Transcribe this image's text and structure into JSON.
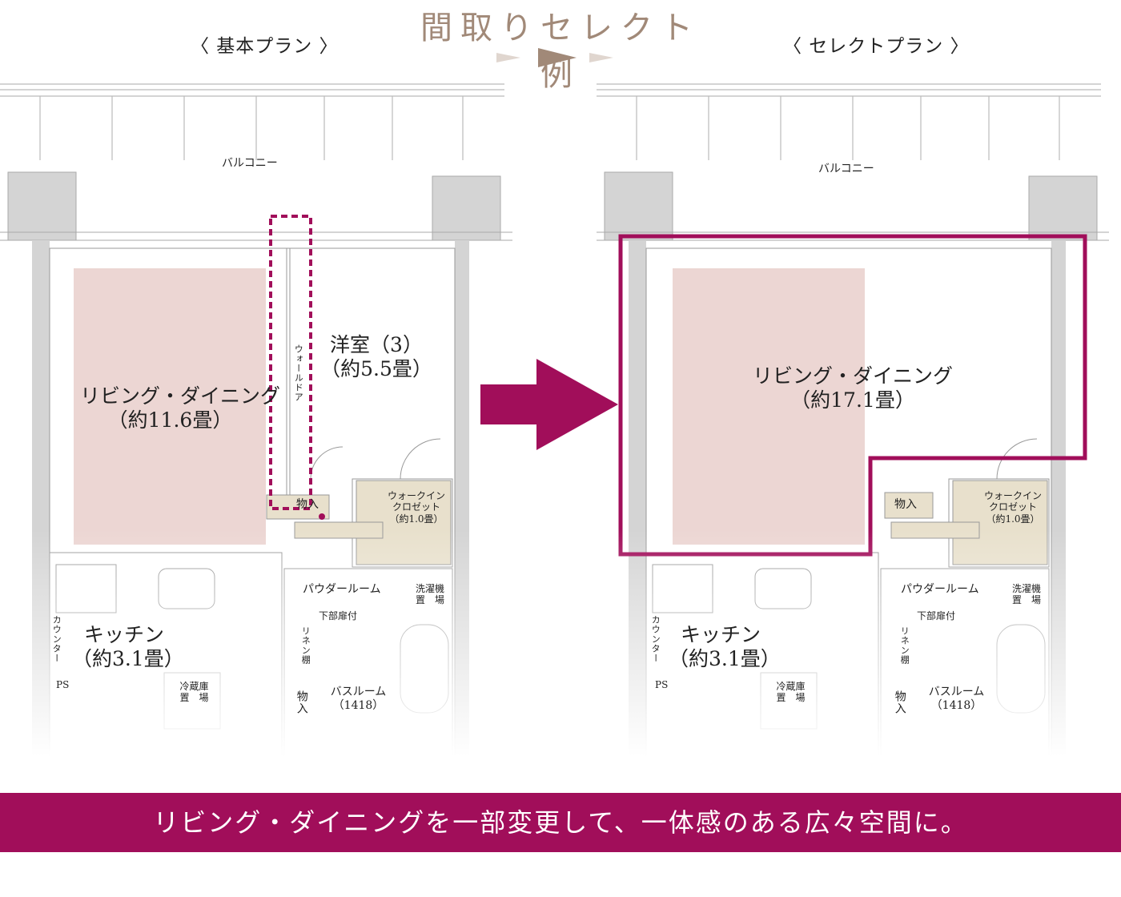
{
  "title": "間取りセレクト例",
  "basic_plan": {
    "label": "〈 基本プラン 〉",
    "balcony": "バルコニー",
    "living_dining": "リビング・ダイニング",
    "living_dining_area": "（約11.6畳）",
    "bedroom": "洋室（3）",
    "bedroom_area": "（約5.5畳）",
    "wall_door": "ウォールドア",
    "storage": "物入",
    "walk_in_closet_1": "ウォークイン",
    "walk_in_closet_2": "クロゼット",
    "walk_in_closet_area": "（約1.0畳）",
    "powder_room": "パウダールーム",
    "laundry_1": "洗濯機",
    "laundry_2": "置　場",
    "lower_door": "下部扉付",
    "counter": "カウンター",
    "linen": "リネン棚",
    "kitchen": "キッチン",
    "kitchen_area": "（約3.1畳）",
    "ps": "PS",
    "fridge_1": "冷蔵庫",
    "fridge_2": "置　場",
    "storage_2": "物入",
    "bathroom": "バスルーム",
    "bathroom_size": "（1418）"
  },
  "select_plan": {
    "label": "〈 セレクトプラン 〉",
    "balcony": "バルコニー",
    "living_dining": "リビング・ダイニング",
    "living_dining_area": "（約17.1畳）",
    "storage": "物入",
    "walk_in_closet_1": "ウォークイン",
    "walk_in_closet_2": "クロゼット",
    "walk_in_closet_area": "（約1.0畳）",
    "powder_room": "パウダールーム",
    "laundry_1": "洗濯機",
    "laundry_2": "置　場",
    "lower_door": "下部扉付",
    "counter": "カウンター",
    "linen": "リネン棚",
    "kitchen": "キッチン",
    "kitchen_area": "（約3.1畳）",
    "ps": "PS",
    "fridge_1": "冷蔵庫",
    "fridge_2": "置　場",
    "storage_2": "物入",
    "bathroom": "バスルーム",
    "bathroom_size": "（1418）"
  },
  "footer": "リビング・ダイニングを一部変更して、一体感のある広々空間に。",
  "colors": {
    "accent": "#a10e5a",
    "room_fill": "#ecd6d3",
    "title": "#a18978",
    "wall": "#d4d4d4",
    "closet": "#e8e0cc"
  }
}
